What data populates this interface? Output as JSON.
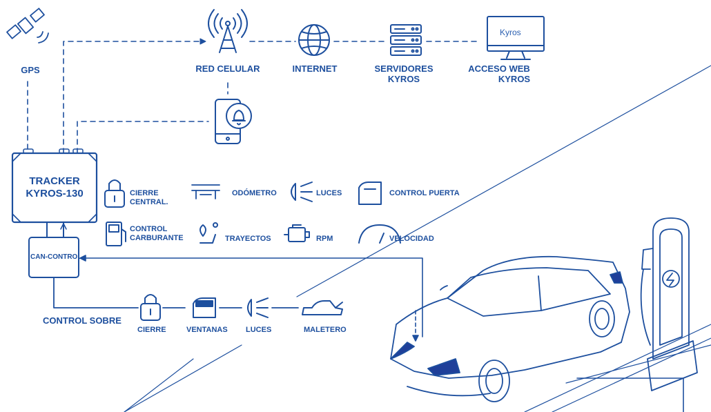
{
  "top_nodes": {
    "gps": "GPS",
    "red_celular": "RED CELULAR",
    "internet": "INTERNET",
    "servidores_1": "SERVIDORES",
    "servidores_2": "KYROS",
    "acceso_1": "ACCESO WEB",
    "acceso_2": "KYROS",
    "brand": "Kyros"
  },
  "tracker": {
    "line1": "TRACKER",
    "line2": "KYROS-130"
  },
  "can_control": "CAN-CONTROL",
  "features": {
    "cierre_1": "CIERRE",
    "cierre_2": "CENTRAL.",
    "odometro": "ODÓMETRO",
    "luces": "LUCES",
    "control_puerta": "CONTROL PUERTA",
    "carburante_1": "CONTROL",
    "carburante_2": "CARBURANTE",
    "trayectos": "TRAYECTOS",
    "rpm": "RPM",
    "velocidad": "VELOCIDAD"
  },
  "control_sobre": {
    "title": "CONTROL SOBRE",
    "cierre": "CIERRE",
    "ventanas": "VENTANAS",
    "luces": "LUCES",
    "maletero": "MALETERO"
  },
  "colors": {
    "primary": "#1d4f9e",
    "accent": "#1f3f99"
  }
}
